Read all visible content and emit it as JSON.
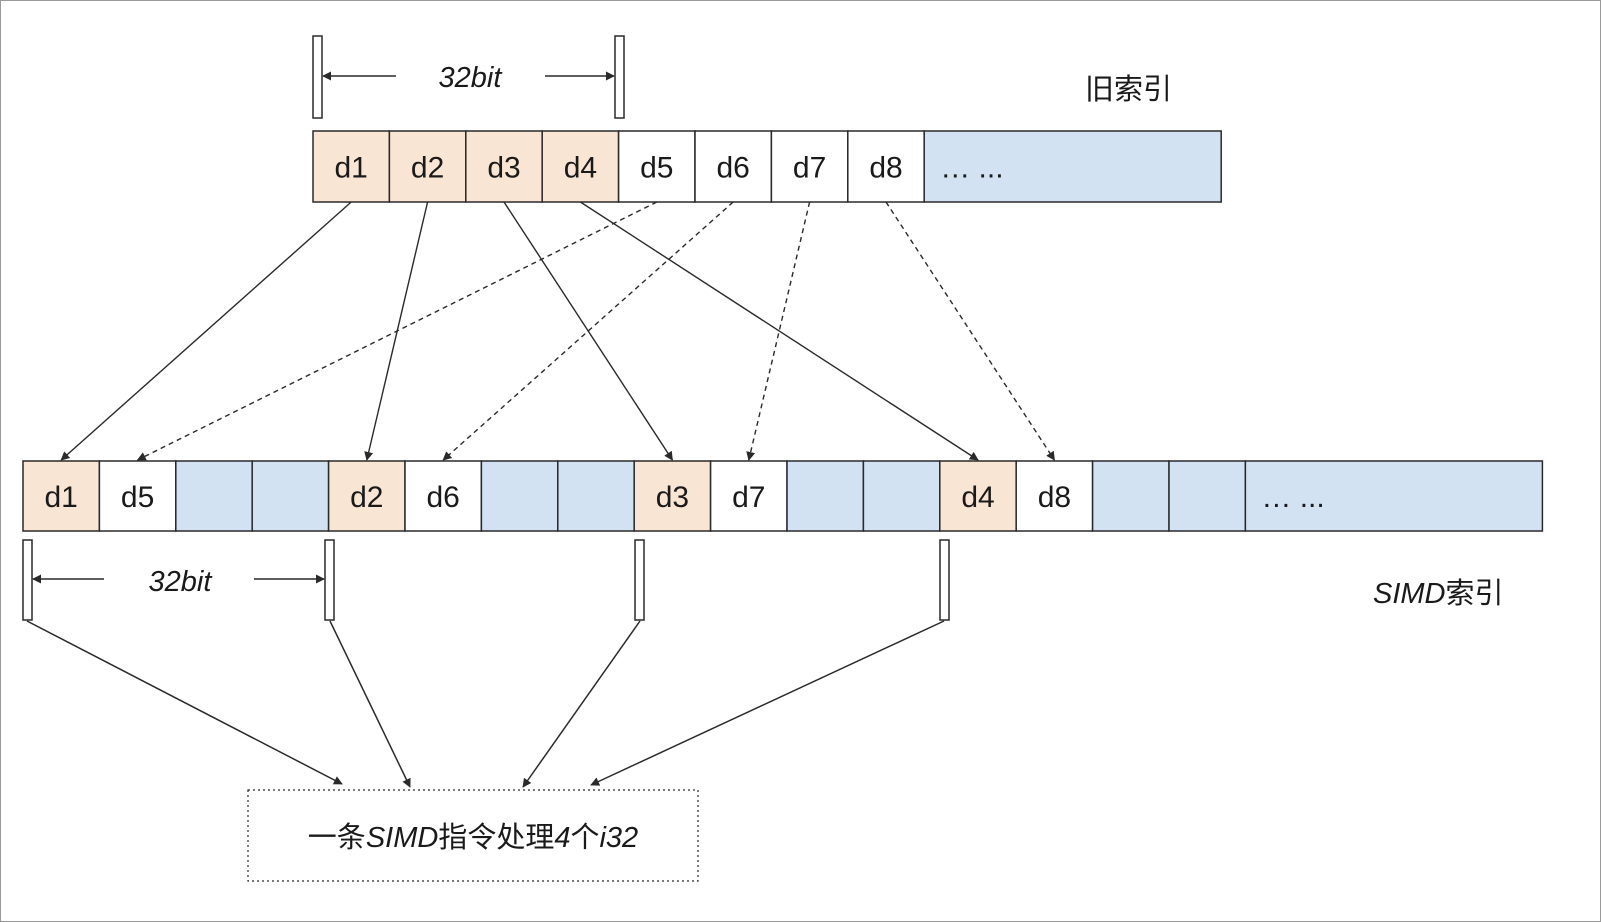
{
  "colors": {
    "highlight": "#f9e5d3",
    "empty": "#d3e2f2",
    "white": "#ffffff",
    "stroke": "#2a2a2a"
  },
  "old_index": {
    "label": "旧索引",
    "width_label": "32bit",
    "cells": [
      {
        "label": "d1",
        "fill": "highlight"
      },
      {
        "label": "d2",
        "fill": "highlight"
      },
      {
        "label": "d3",
        "fill": "highlight"
      },
      {
        "label": "d4",
        "fill": "highlight"
      },
      {
        "label": "d5",
        "fill": "white"
      },
      {
        "label": "d6",
        "fill": "white"
      },
      {
        "label": "d7",
        "fill": "white"
      },
      {
        "label": "d8",
        "fill": "white"
      }
    ],
    "tail_label": "… ..."
  },
  "simd_index": {
    "label_italic": "SIMD",
    "label_rest": "索引",
    "width_label": "32bit",
    "cells": [
      {
        "label": "d1",
        "fill": "highlight"
      },
      {
        "label": "d5",
        "fill": "white"
      },
      {
        "label": "",
        "fill": "empty"
      },
      {
        "label": "",
        "fill": "empty"
      },
      {
        "label": "d2",
        "fill": "highlight"
      },
      {
        "label": "d6",
        "fill": "white"
      },
      {
        "label": "",
        "fill": "empty"
      },
      {
        "label": "",
        "fill": "empty"
      },
      {
        "label": "d3",
        "fill": "highlight"
      },
      {
        "label": "d7",
        "fill": "white"
      },
      {
        "label": "",
        "fill": "empty"
      },
      {
        "label": "",
        "fill": "empty"
      },
      {
        "label": "d4",
        "fill": "highlight"
      },
      {
        "label": "d8",
        "fill": "white"
      },
      {
        "label": "",
        "fill": "empty"
      },
      {
        "label": "",
        "fill": "empty"
      }
    ],
    "tail_label": "… ..."
  },
  "mappings": [
    {
      "from": 0,
      "to": 0,
      "style": "solid"
    },
    {
      "from": 1,
      "to": 4,
      "style": "solid"
    },
    {
      "from": 2,
      "to": 8,
      "style": "solid"
    },
    {
      "from": 3,
      "to": 12,
      "style": "solid"
    },
    {
      "from": 4,
      "to": 1,
      "style": "dashed"
    },
    {
      "from": 5,
      "to": 5,
      "style": "dashed"
    },
    {
      "from": 6,
      "to": 9,
      "style": "dashed"
    },
    {
      "from": 7,
      "to": 13,
      "style": "dashed"
    }
  ],
  "caption": {
    "parts": [
      {
        "text": "一条",
        "italic": false
      },
      {
        "text": "SIMD",
        "italic": true
      },
      {
        "text": "指令处理",
        "italic": false
      },
      {
        "text": "4",
        "italic": true
      },
      {
        "text": "个",
        "italic": false
      },
      {
        "text": "i32",
        "italic": true
      }
    ]
  }
}
